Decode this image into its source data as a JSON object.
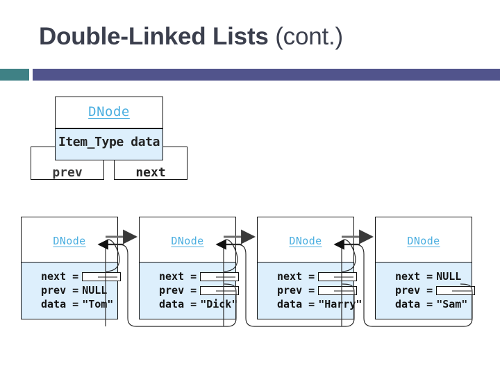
{
  "slide": {
    "title_main": "Double-Linked Lists ",
    "title_sub": "(cont.)",
    "accent_teal": "#3f8185",
    "accent_bar": "#51548c",
    "node_fill": "#ddeffc",
    "type_color": "#4aaee0"
  },
  "struct": {
    "type_name": "DNode",
    "data_field": "Item_Type data",
    "prev_label": "prev",
    "next_label": "next"
  },
  "chain": {
    "type_name": "DNode",
    "key_next": "next =",
    "key_prev": "prev =",
    "key_data": "data =",
    "nodes": [
      {
        "title": "DNode",
        "next": "",
        "next_is_pointer": true,
        "prev": "NULL",
        "prev_is_pointer": false,
        "data": "\"Tom\""
      },
      {
        "title": "DNode",
        "next": "",
        "next_is_pointer": true,
        "prev": "",
        "prev_is_pointer": true,
        "data": "\"Dick\""
      },
      {
        "title": "DNode",
        "next": "",
        "next_is_pointer": true,
        "prev": "",
        "prev_is_pointer": true,
        "data": "\"Harry\""
      },
      {
        "title": "DNode",
        "next": "NULL",
        "next_is_pointer": false,
        "prev": "",
        "prev_is_pointer": true,
        "data": "\"Sam\""
      }
    ]
  }
}
